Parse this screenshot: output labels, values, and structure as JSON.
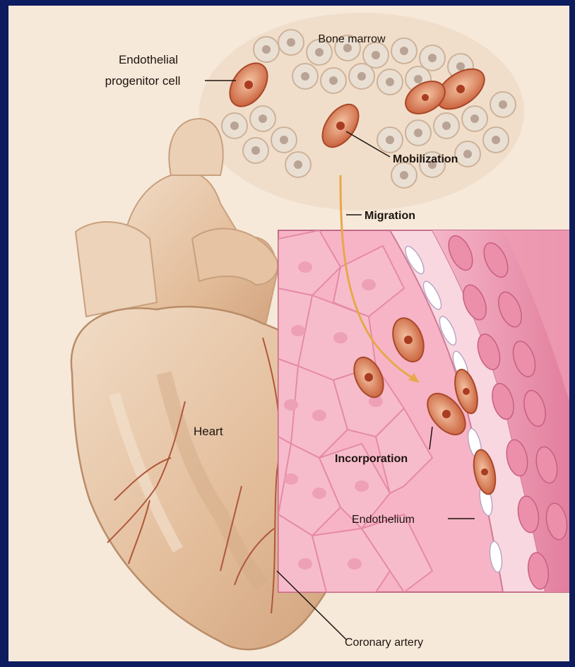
{
  "labels": {
    "bone_marrow": "Bone marrow",
    "epc_line1": "Endothelial",
    "epc_line2": "progenitor cell",
    "mobilization": "Mobilization",
    "migration": "Migration",
    "heart": "Heart",
    "incorporation": "Incorporation",
    "endothelium": "Endothelium",
    "coronary_artery": "Coronary artery"
  },
  "colors": {
    "frame": "#0c1c5e",
    "background": "#f6e9da",
    "heart": "#e8c5a5",
    "vessel_tissue": "#f2a6bc",
    "progenitor_cell": "#d86f45",
    "arrow": "#e6a94a"
  }
}
